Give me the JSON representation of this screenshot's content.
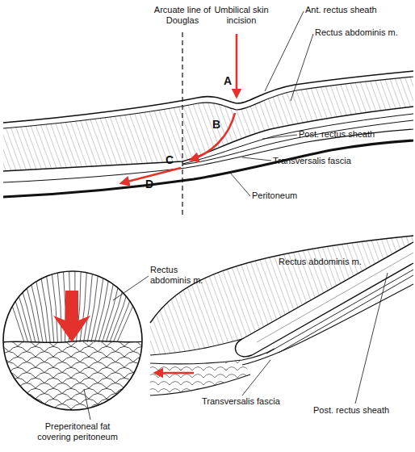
{
  "diagram": {
    "labels": [
      "Arcuate line of Douglas",
      "Umbilical skin incision",
      "Ant. rectus sheath",
      "Rectus abdominis m.",
      "A",
      "B",
      "C",
      "D",
      "Post. rectus sheath",
      "Transversalis fascia",
      "Peritoneum",
      "Rectus abdominis m.",
      "Rectus abdominis m.",
      "Preperitoneal fat covering peritoneum",
      "Transversalis fascia",
      "Post. rectus sheath"
    ]
  }
}
